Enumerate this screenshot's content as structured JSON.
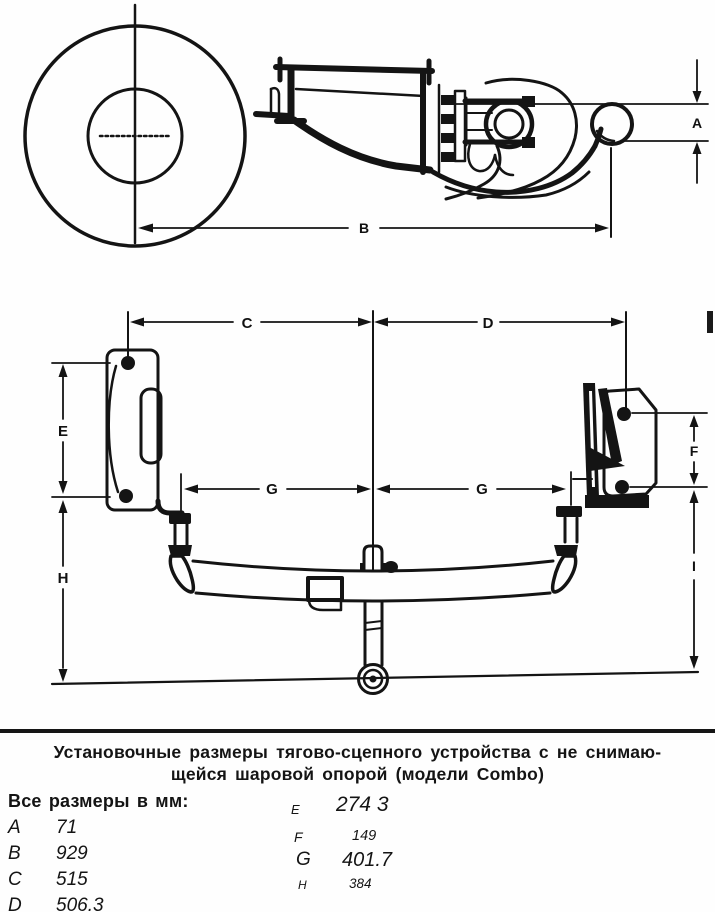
{
  "page": {
    "background": "#fefefe",
    "ink": "#141414"
  },
  "diagram_labels": {
    "a": "A",
    "b": "B",
    "c": "C",
    "d": "D",
    "e": "E",
    "f": "F",
    "g": "G",
    "h": "H",
    "i": "I"
  },
  "caption": {
    "line1": "Установочные размеры тягово-сцепного устройства с не снимаю-",
    "line2": "щейся шаровой опорой (модели Combo)"
  },
  "dimensions": {
    "intro": "Все размеры в мм:",
    "left": [
      {
        "label": "A",
        "value": "71"
      },
      {
        "label": "B",
        "value": "929"
      },
      {
        "label": "C",
        "value": "515"
      },
      {
        "label": "D",
        "value": "506.3"
      }
    ],
    "right": [
      {
        "label": "E",
        "value": "274 3"
      },
      {
        "label": "F",
        "value": "149"
      },
      {
        "label": "G",
        "value": "401.7"
      },
      {
        "label": "H",
        "value": "384"
      }
    ]
  }
}
